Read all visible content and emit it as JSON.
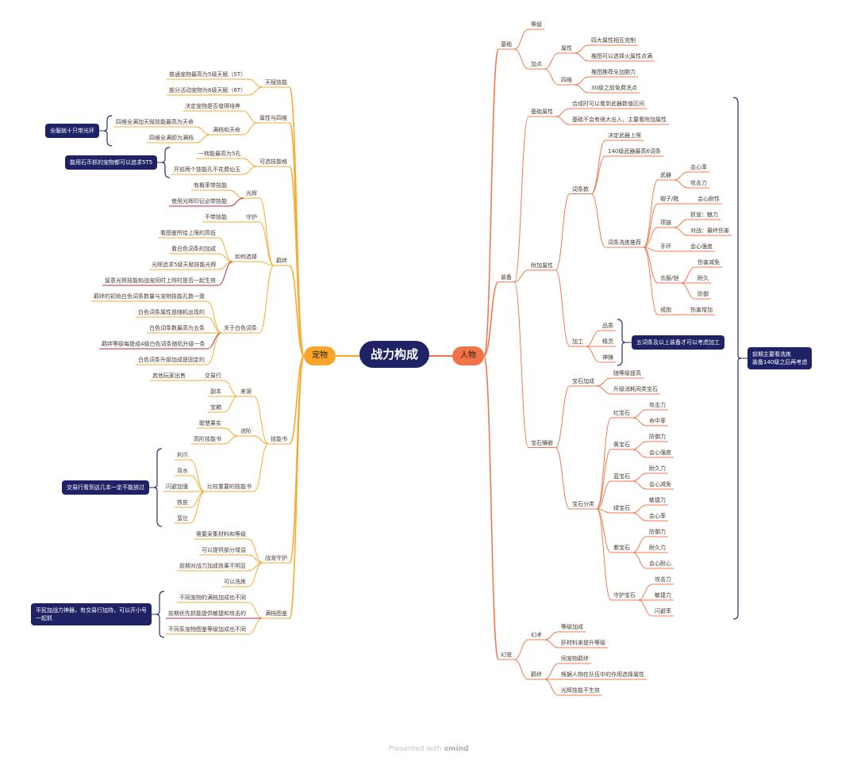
{
  "title": "战力构成",
  "colors": {
    "root": "#1f2366",
    "pet": "#f8a52a",
    "person": "#f07448",
    "highlight": "#c8283c",
    "summary": "#1f2366"
  },
  "footer": {
    "prefix": "Presented with",
    "brand": "xmind"
  },
  "person": {
    "label": "人物",
    "children": [
      {
        "label": "基础",
        "children": [
          {
            "label": "等级"
          },
          {
            "label": "加点",
            "children": [
              {
                "label": "属性",
                "children": [
                  {
                    "label": "四大属性相互克制"
                  },
                  {
                    "label": "推图可以选择火属性点满"
                  }
                ]
              },
              {
                "label": "四维",
                "children": [
                  {
                    "label": "推图推荐全加腕力"
                  },
                  {
                    "label": "30级之前免费洗点"
                  }
                ]
              }
            ]
          }
        ]
      },
      {
        "label": "装备",
        "summary": "前期主要看洗炼\n装备140级之后再考虑",
        "children": [
          {
            "label": "基础属性",
            "children": [
              {
                "label": "合成时可以看到武器数值区间"
              },
              {
                "label": "基础不会有很大出入，主要看附加属性"
              }
            ]
          },
          {
            "label": "附加属性",
            "children": [
              {
                "label": "词条数",
                "children": [
                  {
                    "label": "决定武器上限"
                  },
                  {
                    "label": "140级武器最高6词条"
                  },
                  {
                    "label": "词条洗炼推荐",
                    "children": [
                      {
                        "label": "武器",
                        "children": [
                          {
                            "label": "会心率"
                          },
                          {
                            "label": "攻击力"
                          }
                        ]
                      },
                      {
                        "label": "帽子/靴",
                        "children": [
                          {
                            "label": "会心耐性"
                          }
                        ]
                      },
                      {
                        "label": "项链",
                        "children": [
                          {
                            "label": "抓宠：魅力"
                          },
                          {
                            "label": "对战：最终伤害"
                          }
                        ]
                      },
                      {
                        "label": "手环",
                        "children": [
                          {
                            "label": "会心强度"
                          }
                        ]
                      },
                      {
                        "label": "衣服/铠",
                        "children": [
                          {
                            "label": "伤害减免"
                          },
                          {
                            "label": "耐久"
                          },
                          {
                            "label": "防御"
                          }
                        ]
                      },
                      {
                        "label": "戒指",
                        "children": [
                          {
                            "label": "伤害增加"
                          }
                        ]
                      }
                    ]
                  }
                ]
              },
              {
                "label": "加工",
                "summary": "五词条及以上装备才可以考虑加工",
                "children": [
                  {
                    "label": "品质"
                  },
                  {
                    "label": "精灵"
                  },
                  {
                    "label": "神铸"
                  }
                ]
              }
            ]
          },
          {
            "label": "宝石镶嵌",
            "children": [
              {
                "label": "宝石加成",
                "children": [
                  {
                    "label": "随等级提高"
                  },
                  {
                    "label": "升级消耗同类宝石"
                  }
                ]
              },
              {
                "label": "宝石分类",
                "children": [
                  {
                    "label": "红宝石",
                    "children": [
                      {
                        "label": "攻击力"
                      },
                      {
                        "label": "命中率"
                      }
                    ]
                  },
                  {
                    "label": "黄宝石",
                    "children": [
                      {
                        "label": "防御力"
                      },
                      {
                        "label": "会心强度"
                      }
                    ]
                  },
                  {
                    "label": "蓝宝石",
                    "children": [
                      {
                        "label": "耐久力"
                      },
                      {
                        "label": "会心减免"
                      }
                    ]
                  },
                  {
                    "label": "绿宝石",
                    "children": [
                      {
                        "label": "敏捷力"
                      },
                      {
                        "label": "会心率"
                      }
                    ]
                  },
                  {
                    "label": "紫宝石",
                    "children": [
                      {
                        "label": "防御力"
                      },
                      {
                        "label": "耐久力"
                      },
                      {
                        "label": "会心耐心"
                      }
                    ]
                  },
                  {
                    "label": "守护宝石",
                    "children": [
                      {
                        "label": "攻击力"
                      },
                      {
                        "label": "敏捷力"
                      },
                      {
                        "label": "闪避率"
                      }
                    ]
                  }
                ]
              }
            ]
          }
        ]
      },
      {
        "label": "幻宠",
        "children": [
          {
            "label": "幻术",
            "children": [
              {
                "label": "等级加成"
              },
              {
                "label": "肝材料来提升等级"
              }
            ]
          },
          {
            "label": "羁绊",
            "children": [
              {
                "label": "同宠物羁绊"
              },
              {
                "label": "根据人物在队伍中的作用选择属性"
              },
              {
                "label": "光辉技能不生效"
              }
            ]
          }
        ]
      }
    ]
  },
  "pet": {
    "label": "宠物",
    "children": [
      {
        "label": "天赋技能",
        "children": [
          {
            "label": "普通宠物最高为5级天赋（5T）"
          },
          {
            "label": "部分活动宠物为6级天赋（6T）"
          }
        ]
      },
      {
        "label": "属性与四维",
        "children": [
          {
            "label": "决定宠物是否值得培养"
          },
          {
            "label": "满档和天命",
            "summary": "全服就十只带光环",
            "children": [
              {
                "label": "四维全满加天赋技能最高为天命"
              },
              {
                "label": "四维全满即为满档"
              }
            ]
          }
        ]
      },
      {
        "label": "可选技能格",
        "summary": "能用石币抓的宠物都可以追求5T5",
        "children": [
          {
            "label": "一转能最高为5孔"
          },
          {
            "label": "开前两个技能孔不花费仙玉"
          }
        ]
      },
      {
        "label": "羁绊",
        "children": [
          {
            "label": "光辉",
            "children": [
              {
                "label": "有概率带技能"
              },
              {
                "label": "使用光辉印记必带技能",
                "hl": true
              }
            ]
          },
          {
            "label": "守护",
            "children": [
              {
                "label": "不带技能"
              }
            ]
          },
          {
            "label": "如何选择",
            "children": [
              {
                "label": "看图鉴所给上限的高低"
              },
              {
                "label": "看白色词条的加成"
              },
              {
                "label": "光辉追求5级天赋技能光辉"
              },
              {
                "label": "留意光辉技能和战宠同时上阵时是否一起生效",
                "hl": true
              }
            ]
          },
          {
            "label": "关于白色词条",
            "children": [
              {
                "label": "羁绊的初始白色词条数量与宠物技能孔数一致"
              },
              {
                "label": "白色词条属性是随机出现的"
              },
              {
                "label": "白色词条数最高为五条"
              },
              {
                "label": "羁绊等级每提成4级白色词条随机升级一条",
                "hl": true
              },
              {
                "label": "白色词条升级加成是固定的"
              }
            ]
          }
        ]
      },
      {
        "label": "技能书",
        "children": [
          {
            "label": "来源",
            "children": [
              {
                "label": "交易行",
                "children": [
                  {
                    "label": "其他玩家出售"
                  }
                ]
              },
              {
                "label": "副本"
              },
              {
                "label": "宝箱"
              }
            ]
          },
          {
            "label": "进阶",
            "children": [
              {
                "label": "聪慧果实"
              },
              {
                "label": "高阶技能书"
              }
            ]
          },
          {
            "label": "比较重要的技能书",
            "summary": "交易行看到这几本一定不能放过",
            "children": [
              {
                "label": "利爪"
              },
              {
                "label": "背水"
              },
              {
                "label": "闪避加强"
              },
              {
                "label": "铁皮"
              },
              {
                "label": "蛮壮"
              }
            ]
          }
        ]
      },
      {
        "label": "战宠守护",
        "children": [
          {
            "label": "需要采集材料和等级"
          },
          {
            "label": "可以提供部分增益"
          },
          {
            "label": "前期对战力加成效果不明显"
          },
          {
            "label": "可以洗炼"
          }
        ]
      },
      {
        "label": "满档图鉴",
        "summary": "平民加战力神器，有交易行加持，可以开小号一起抓",
        "children": [
          {
            "label": "不同宠物的满档加成也不同"
          },
          {
            "label": "前期优先抓能提供敏捷和攻击的",
            "hl": true
          },
          {
            "label": "不同系宠物图鉴等级加成也不同"
          }
        ]
      }
    ]
  }
}
